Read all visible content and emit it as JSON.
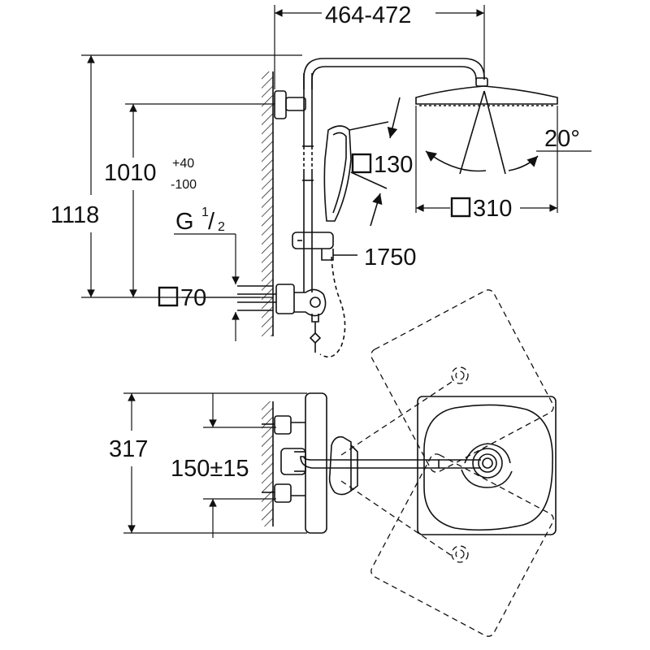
{
  "dimensions": {
    "width_range": "464-472",
    "total_height": "1118",
    "height_base": "1010",
    "height_tol_plus": "+40",
    "height_tol_minus": "-100",
    "thread_g": "G",
    "thread_num": "1",
    "thread_den": "2",
    "square_70": "70",
    "square_130": "130",
    "square_310": "310",
    "angle": "20°",
    "hose_length": "1750",
    "bottom_depth": "317",
    "bottom_spacing": "150±15"
  }
}
